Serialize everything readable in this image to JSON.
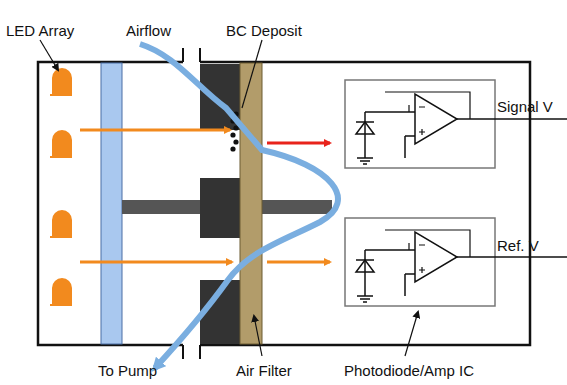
{
  "diagram": {
    "labels": [
      "LED Array",
      "Airflow",
      "BC Deposit",
      "Signal V",
      "Ref. V",
      "To Pump",
      "Air Filter",
      "Photodiode/Amp IC"
    ]
  }
}
